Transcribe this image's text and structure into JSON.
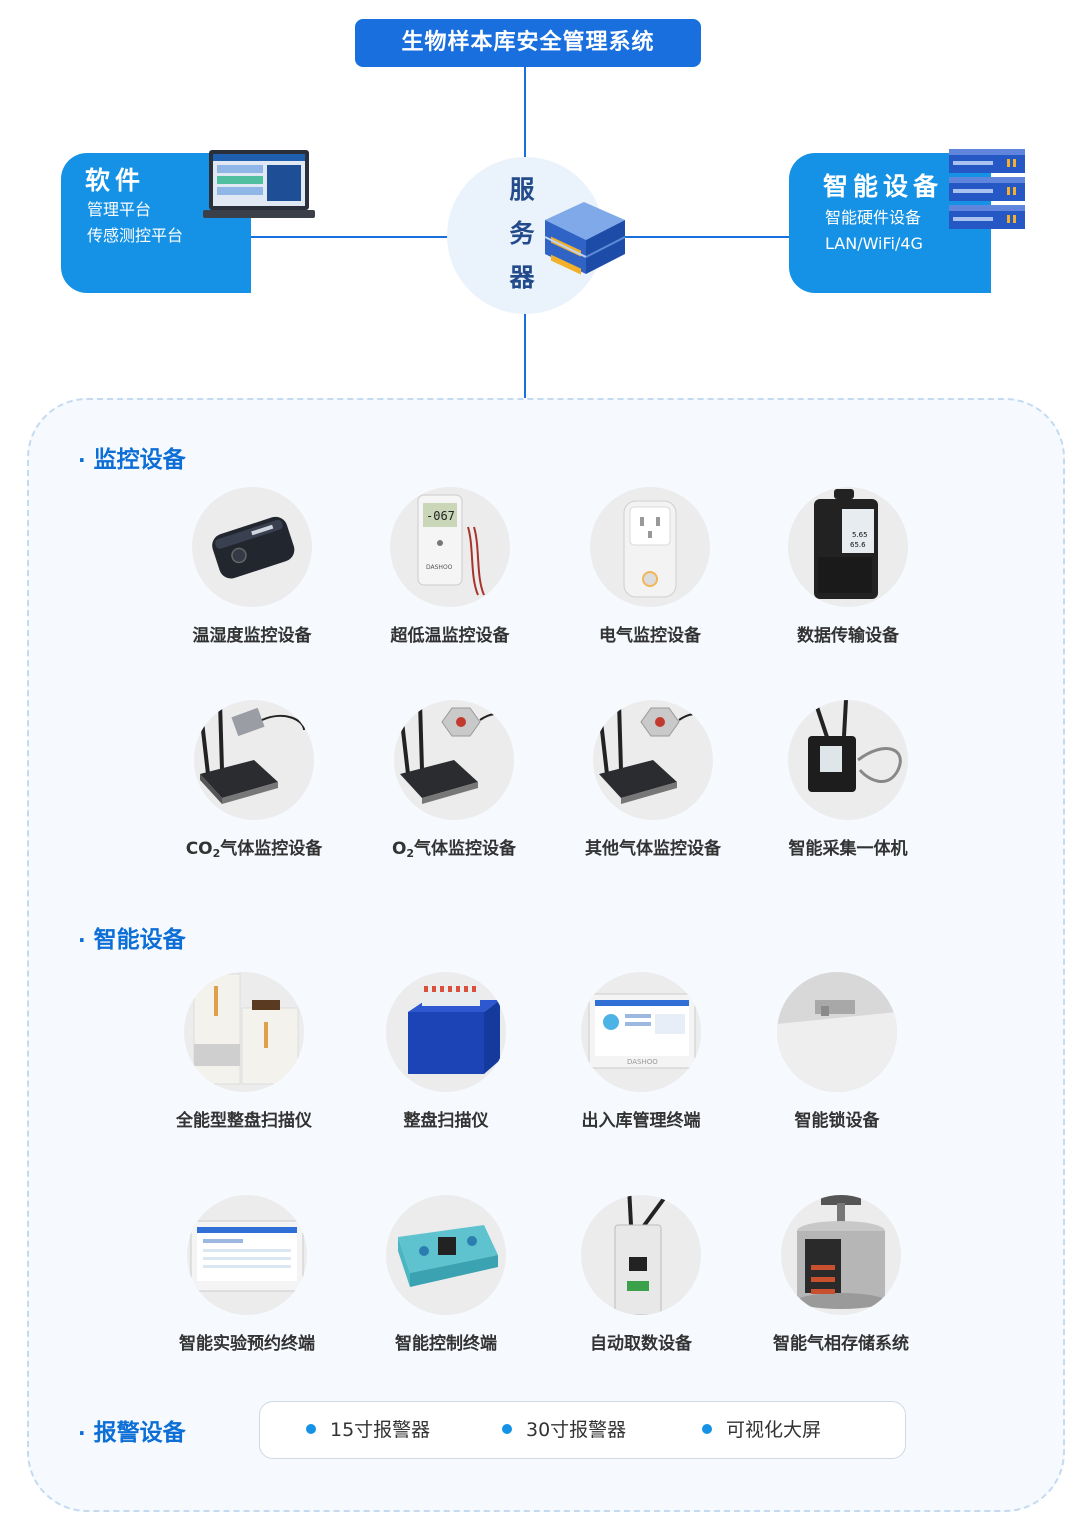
{
  "title": "生物样本库安全管理系统",
  "software_card": {
    "heading": "软件",
    "lines": [
      "管理平台",
      "传感测控平台"
    ]
  },
  "server": {
    "chars": [
      "服",
      "务",
      "器"
    ]
  },
  "smart_card": {
    "heading": "智能设备",
    "lines": [
      "智能硬件设备",
      "LAN/WiFi/4G"
    ]
  },
  "sections": {
    "monitoring": {
      "title": "监控设备",
      "items": [
        {
          "label": "温湿度监控设备",
          "icon": "temperature-humidity-sensor"
        },
        {
          "label": "超低温监控设备",
          "icon": "ultra-low-temperature-sensor"
        },
        {
          "label": "电气监控设备",
          "icon": "smart-socket"
        },
        {
          "label": "数据传输设备",
          "icon": "data-transmission-unit"
        },
        {
          "label_main": "CO",
          "label_sub": "2",
          "label_rest": "气体监控设备",
          "icon": "co2-gas-monitor"
        },
        {
          "label_main": "O",
          "label_sub": "2",
          "label_rest": "气体监控设备",
          "icon": "o2-gas-monitor"
        },
        {
          "label": "其他气体监控设备",
          "icon": "other-gas-monitor"
        },
        {
          "label": "智能采集一体机",
          "icon": "smart-collector"
        }
      ]
    },
    "smart": {
      "title": "智能设备",
      "items": [
        {
          "label": "全能型整盘扫描仪",
          "icon": "full-rack-scanner"
        },
        {
          "label": "整盘扫描仪",
          "icon": "rack-scanner"
        },
        {
          "label": "出入库管理终端",
          "icon": "inventory-terminal"
        },
        {
          "label": "智能锁设备",
          "icon": "smart-lock"
        },
        {
          "label": "智能实验预约终端",
          "icon": "lab-booking-terminal"
        },
        {
          "label": "智能控制终端",
          "icon": "smart-control-terminal"
        },
        {
          "label": "自动取数设备",
          "icon": "auto-data-device"
        },
        {
          "label": "智能气相存储系统",
          "icon": "vapor-storage-system"
        }
      ]
    },
    "alarm": {
      "title": "报警设备",
      "items": [
        "15寸报警器",
        "30寸报警器",
        "可视化大屏"
      ]
    }
  },
  "colors": {
    "primary": "#1a6fde",
    "card": "#1592e6",
    "section_title": "#0d6fd6",
    "panel": "#f6faff"
  }
}
